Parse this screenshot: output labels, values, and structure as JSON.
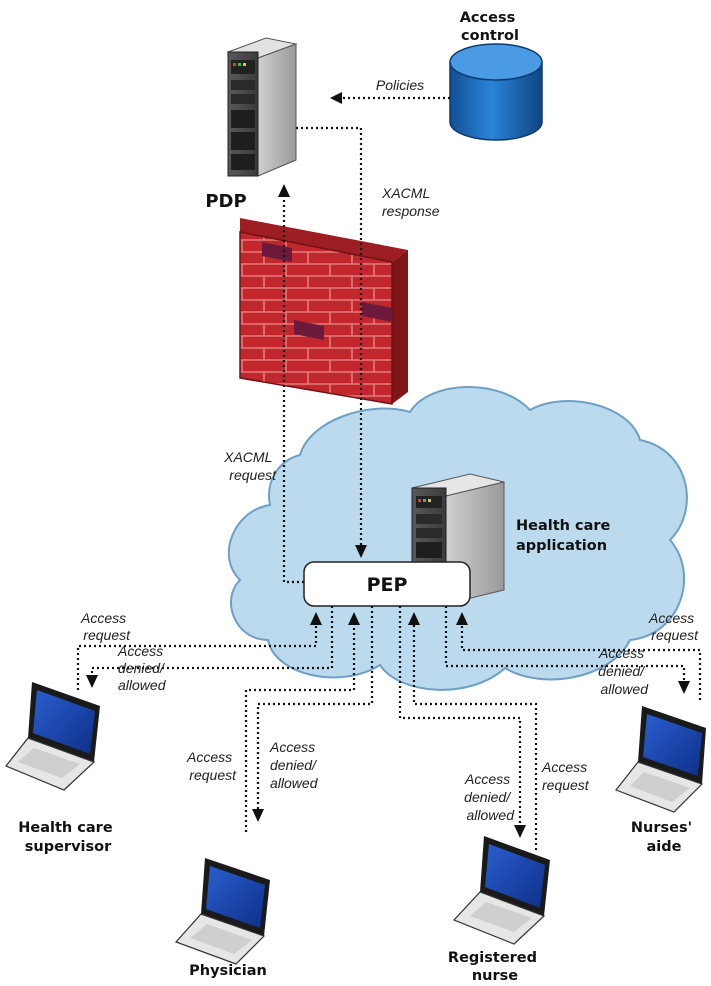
{
  "nodes": {
    "access_control": "Access control",
    "access_control_lines": [
      "Access",
      "control"
    ],
    "pdp": "PDP",
    "pep": "PEP",
    "health_care_app_lines": [
      "Health care",
      "application"
    ],
    "supervisor_lines": [
      "Health care",
      "supervisor"
    ],
    "physician": "Physician",
    "registered_nurse_lines": [
      "Registered",
      "nurse"
    ],
    "nurses_aide_lines": [
      "Nurses'",
      "aide"
    ]
  },
  "edges": {
    "policies": "Policies",
    "xacml_response_lines": [
      "XACML",
      "response"
    ],
    "xacml_request_lines": [
      "XACML",
      "request"
    ],
    "access_request_lines": [
      "Access",
      "request"
    ],
    "access_denied_lines": [
      "Access",
      "denied/",
      "allowed"
    ]
  },
  "colors": {
    "cloud": "#bcdaee",
    "cloud_stroke": "#6d9fc7",
    "firewall": "#b8262b",
    "firewall_side": "#7e1518",
    "cylinder": "#1f6fbf",
    "screen": "#1646b4"
  }
}
